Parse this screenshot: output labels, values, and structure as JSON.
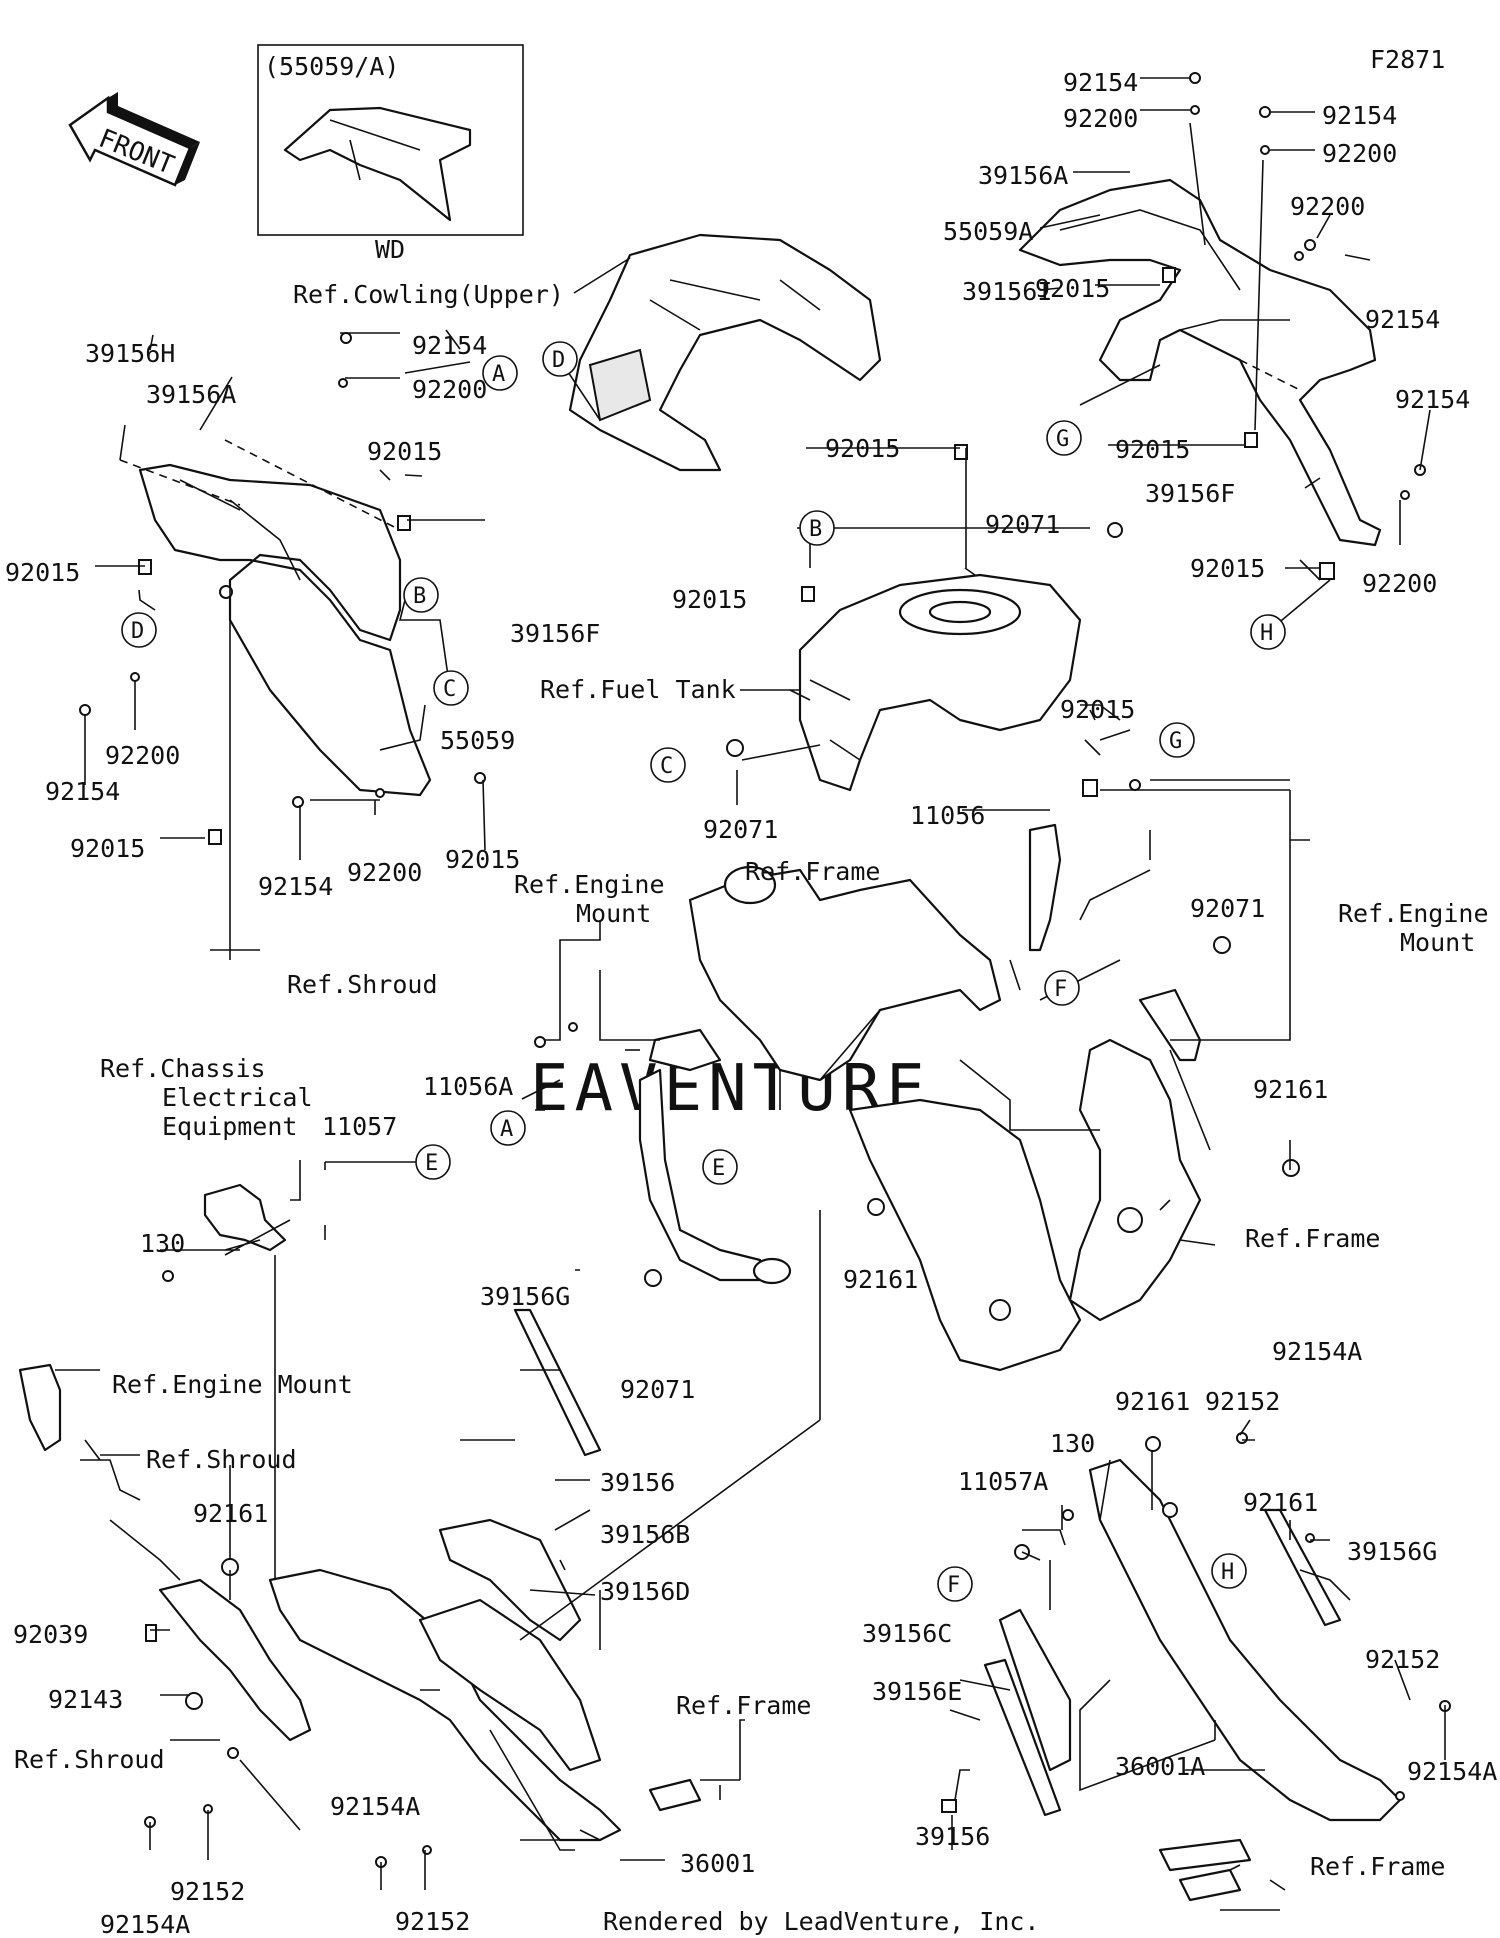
{
  "figure_code": "F2871",
  "footer": "Rendered by LeadVenture, Inc.",
  "watermark": "EAVENTURE",
  "front_arrow_text": "FRONT",
  "inset": {
    "code": "(55059/A)",
    "note": "WD"
  },
  "refs": {
    "cowling_upper": "Ref.Cowling(Upper)",
    "fuel_tank": "Ref.Fuel Tank",
    "frame_top": "Ref.Frame",
    "engine_mount_mid_1": "Ref.Engine",
    "engine_mount_mid_2": "Mount",
    "engine_mount_right_1": "Ref.Engine",
    "engine_mount_right_2": "Mount",
    "frame_right": "Ref.Frame",
    "shroud_left": "Ref.Shroud",
    "chassis_1": "Ref.Chassis",
    "chassis_2": "Electrical",
    "chassis_3": "Equipment",
    "engine_mount_low": "Ref.Engine Mount",
    "shroud_low": "Ref.Shroud",
    "shroud_bottom": "Ref.Shroud",
    "frame_bottom_mid": "Ref.Frame",
    "frame_bottom_right": "Ref.Frame"
  },
  "circles": {
    "A": "A",
    "B": "B",
    "C": "C",
    "D": "D",
    "E": "E",
    "F": "F",
    "G": "G",
    "H": "H"
  },
  "labels": {
    "p1": "92154",
    "p2": "92200",
    "p3": "92154",
    "p4": "92200",
    "p5": "39156A",
    "p6": "55059A",
    "p7": "92200",
    "p8": "39156I",
    "p9": "92015",
    "p10": "92154",
    "p11": "92015",
    "p12": "92154",
    "p13": "39156F",
    "p14": "92015",
    "p15": "92200",
    "p16": "39156H",
    "p17": "39156A",
    "p18": "92154",
    "p19": "92200",
    "p20": "92015",
    "p21": "92015",
    "p22": "39156F",
    "p23": "55059",
    "p24": "92200",
    "p25": "92154",
    "p26": "92015",
    "p27": "92154",
    "p28": "92200",
    "p29": "92015",
    "p30": "92015",
    "p31": "92071",
    "p32": "92015",
    "p33": "92071",
    "p34": "92015",
    "p35": "11056",
    "p36": "92071",
    "p37": "11056A",
    "p38": "92161",
    "p39": "11057",
    "p40": "130",
    "p41": "39156G",
    "p42": "92161",
    "p43": "92071",
    "p44": "92161",
    "p45": "39156",
    "p46": "39156B",
    "p47": "39156D",
    "p48": "92039",
    "p49": "92143",
    "p50": "92154A",
    "p51": "92152",
    "p52": "92154A",
    "p53": "92152",
    "p54": "36001",
    "p55": "92154A",
    "p56": "92161",
    "p57": "92152",
    "p58": "130",
    "p59": "11057A",
    "p60": "92161",
    "p61": "39156G",
    "p62": "39156C",
    "p63": "39156E",
    "p64": "92152",
    "p65": "36001A",
    "p66": "92154A",
    "p67": "39156"
  }
}
